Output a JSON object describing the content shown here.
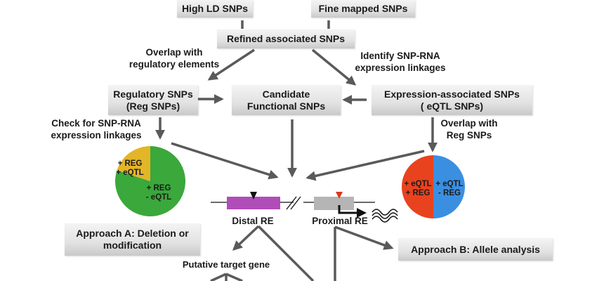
{
  "boxes": {
    "high_ld": "High LD SNPs",
    "fine_mapped": "Fine mapped SNPs",
    "refined": "Refined associated SNPs",
    "regulatory": [
      "Regulatory SNPs",
      "(Reg SNPs)"
    ],
    "candidate": [
      "Candidate",
      "Functional SNPs"
    ],
    "expression": [
      "Expression-associated SNPs",
      "( eQTL SNPs)"
    ],
    "approach_a": [
      "Approach A: Deletion or",
      "modification"
    ],
    "approach_b": "Approach B: Allele analysis"
  },
  "edge_labels": {
    "overlap_reg_elements": [
      "Overlap with",
      "regulatory elements"
    ],
    "identify_linkages": [
      "Identify SNP-RNA",
      "expression linkages"
    ],
    "check_linkages": [
      "Check for SNP-RNA",
      "expression linkages"
    ],
    "overlap_reg_snps": [
      "Overlap with",
      "Reg SNPs"
    ]
  },
  "pies": {
    "left": {
      "slices": [
        {
          "label": [
            "+ REG",
            "+ eQTL"
          ],
          "fraction": 0.2,
          "color": "#e3b528"
        },
        {
          "label": [
            "+ REG",
            "- eQTL"
          ],
          "fraction": 0.8,
          "color": "#3aa83a"
        }
      ]
    },
    "right": {
      "slices": [
        {
          "label": [
            "+ eQTL",
            "+ REG"
          ],
          "fraction": 0.5,
          "color": "#e8431e"
        },
        {
          "label": [
            "+ eQTL",
            "- REG"
          ],
          "fraction": 0.5,
          "color": "#3b8fe0"
        }
      ]
    }
  },
  "gene_track": {
    "distal_label": "Distal RE",
    "proximal_label": "Proximal RE",
    "distal_color": "#b04db8",
    "proximal_color": "#b5b5b5",
    "distal_marker_color": "#111111",
    "proximal_marker_color": "#d9381e"
  },
  "target_gene_label": "Putative target gene",
  "colors": {
    "arrow": "#5a5a5a",
    "text": "#1a1a1a"
  }
}
